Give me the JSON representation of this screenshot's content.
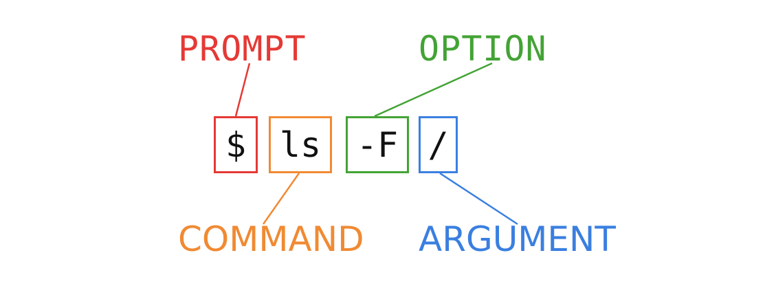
{
  "colors": {
    "prompt": "#e53935",
    "command": "#f08a33",
    "option": "#43a335",
    "argument": "#3a7fe0",
    "token_text": "#111111"
  },
  "labels": {
    "prompt": "PROMPT",
    "option": "OPTION",
    "command": "COMMAND",
    "argument": "ARGUMENT"
  },
  "tokens": {
    "prompt": "$",
    "command": "ls",
    "option": "-F",
    "argument": "/"
  }
}
